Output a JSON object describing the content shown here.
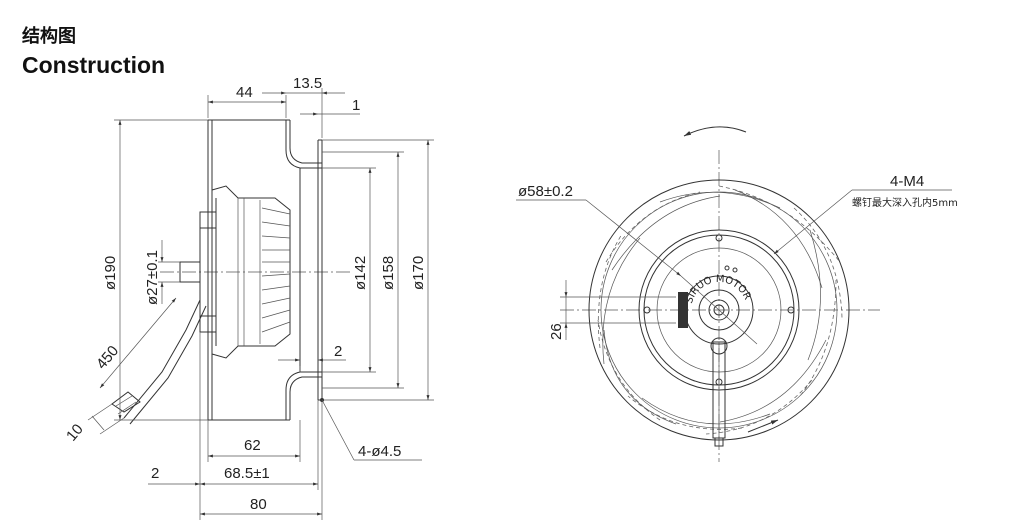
{
  "header": {
    "title_cn": "结构图",
    "title_en": "Construction"
  },
  "side_view": {
    "dims": {
      "d44": "44",
      "d13_5": "13.5",
      "d1": "1",
      "d190": "ø190",
      "d27": "ø27±0.1",
      "d142": "ø142",
      "d158": "ø158",
      "d170": "ø170",
      "d2_right": "2",
      "d450": "450",
      "d10": "10",
      "d62": "62",
      "d2_left": "2",
      "d68_5": "68.5±1",
      "d80": "80",
      "d4_45": "4-ø4.5"
    }
  },
  "front_view": {
    "dims": {
      "d58": "ø58±0.2",
      "m4": "4-M4",
      "screw_note": "螺钉最大深入孔内5mm",
      "d26": "26"
    },
    "label_text": "SIRUO MOTOR"
  }
}
